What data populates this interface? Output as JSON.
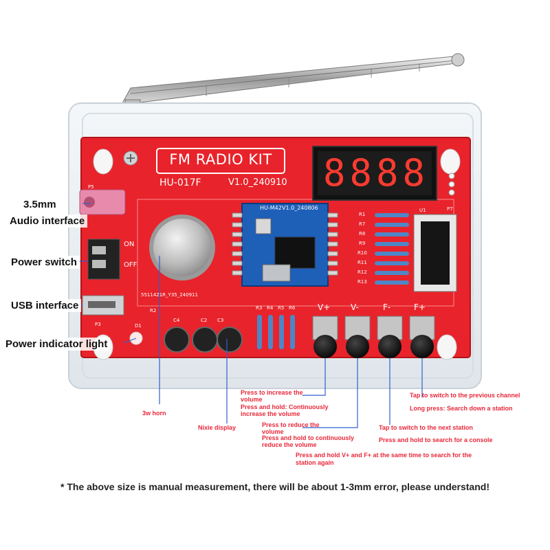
{
  "board": {
    "title": "FM RADIO KIT",
    "model": "HU-017F",
    "version": "V1.0_240910",
    "module_name": "HU-M42",
    "module_version": "V1.0_240806",
    "speaker_code": "5511421R_Y35_240911",
    "display_digits": "8888",
    "resistor_labels": [
      "R1",
      "R7",
      "R8",
      "R9",
      "R10",
      "R11",
      "R12",
      "R13"
    ],
    "small_resistor_labels": [
      "R3",
      "R4",
      "R5",
      "R6"
    ],
    "cap_labels": [
      "C4",
      "C2",
      "C3"
    ],
    "misc_labels": [
      "D1",
      "R2",
      "P5",
      "P3",
      "U1",
      "P7"
    ],
    "switch_on": "ON",
    "switch_off": "OFF",
    "button_labels": [
      "V+",
      "V-",
      "F-",
      "F+"
    ],
    "colors": {
      "pcb": "#e8232b",
      "case": "#e9eef2",
      "display": "#111111",
      "segment": "#ff3b30",
      "module": "#1e5fb8",
      "label": "#e8283a"
    }
  },
  "labels": {
    "jack_size": "3.5mm",
    "jack": "Audio interface",
    "power_switch": "Power switch",
    "usb": "USB interface",
    "power_light": "Power indicator light",
    "horn": "3w horn",
    "nixie": "Nixie display"
  },
  "callouts": {
    "vplus_1": "Press to increase the",
    "vplus_2": "volume",
    "vplus_3": "Press and hold: Continuously",
    "vplus_4": "increase the volume",
    "vminus_1": "Press to reduce the",
    "vminus_2": "volume",
    "vminus_3": "Press and hold to continuously",
    "vminus_4": "reduce the volume",
    "fplus_1": "Tap to switch to the previous channel",
    "fplus_2": "Long press: Search down a station",
    "fminus_1": "Tap to switch to the next station",
    "fminus_2": "Press and hold to search for a console",
    "combo_1": "Press and hold V+ and F+ at the same time to search for the",
    "combo_2": "station again"
  },
  "footer": "* The above size is manual measurement, there will be about 1-3mm error, please understand!"
}
